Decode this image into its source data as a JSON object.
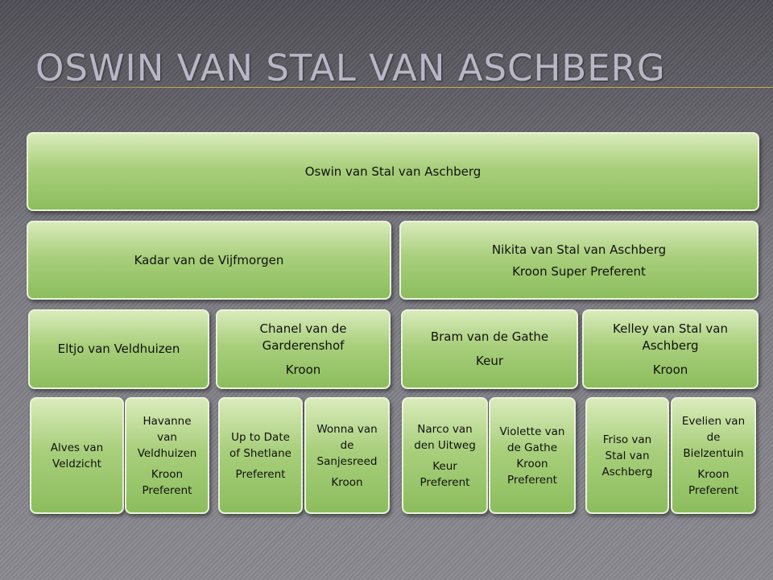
{
  "slide": {
    "title": "OSWIN VAN STAL VAN ASCHBERG"
  },
  "tree": {
    "root": {
      "name": "Oswin van Stal van Aschberg"
    },
    "sire": {
      "name": "Kadar van de Vijfmorgen"
    },
    "dam": {
      "name": "Nikita van Stal van Aschberg",
      "predicate": "Kroon Super Preferent"
    },
    "sire_sire": {
      "name": "Eltjo van Veldhuizen"
    },
    "sire_dam": {
      "name_l1": "Chanel  van de",
      "name_l2": "Garderenshof",
      "predicate": "Kroon"
    },
    "dam_sire": {
      "name": "Bram van de Gathe",
      "predicate": "Keur"
    },
    "dam_dam": {
      "name_l1": "Kelley van Stal van",
      "name_l2": "Aschberg",
      "predicate": "Kroon"
    },
    "g1": {
      "l1": "Alves van",
      "l2": "Veldzicht"
    },
    "g2": {
      "l1": "Havanne",
      "l2": "van",
      "l3": "Veldhuizen",
      "p1": "Kroon",
      "p2": "Preferent"
    },
    "g3": {
      "l1": "Up to Date",
      "l2": "of Shetlane",
      "p1": "Preferent"
    },
    "g4": {
      "l1": "Wonna van",
      "l2": "de",
      "l3": "Sanjesreed",
      "p1": "Kroon"
    },
    "g5": {
      "l1": "Narco van",
      "l2": "den Uitweg",
      "p1": "Keur",
      "p2": "Preferent"
    },
    "g6": {
      "l1": "Violette van",
      "l2": "de Gathe",
      "p1": "Kroon",
      "p2": "Preferent"
    },
    "g7": {
      "l1": "Friso van",
      "l2": "Stal van",
      "l3": "Aschberg"
    },
    "g8": {
      "l1": "Evelien van",
      "l2": "de",
      "l3": "Bielzentuin",
      "p1": "Kroon",
      "p2": "Preferent"
    }
  }
}
